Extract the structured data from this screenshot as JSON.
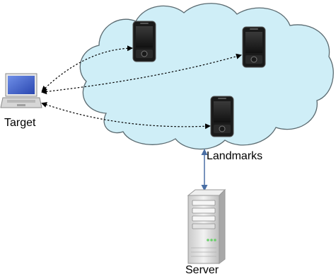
{
  "labels": {
    "target": "Target",
    "landmarks": "Landmarks",
    "server": "Server"
  },
  "colors": {
    "cloud_fill": "#cfeef7",
    "cloud_stroke": "#5a6a70",
    "link_color": "#000000",
    "server_link_color": "#4a6fa5",
    "phone_body": "#1a1a1a",
    "laptop_screen": "#3a5fc8",
    "server_body": "#dcdcdc"
  },
  "icons": {
    "target": "laptop-icon",
    "landmarks": "smartphone-icon",
    "server": "server-tower-icon"
  },
  "phones": [
    {
      "name": "landmark-phone-1"
    },
    {
      "name": "landmark-phone-2"
    },
    {
      "name": "landmark-phone-3"
    }
  ]
}
